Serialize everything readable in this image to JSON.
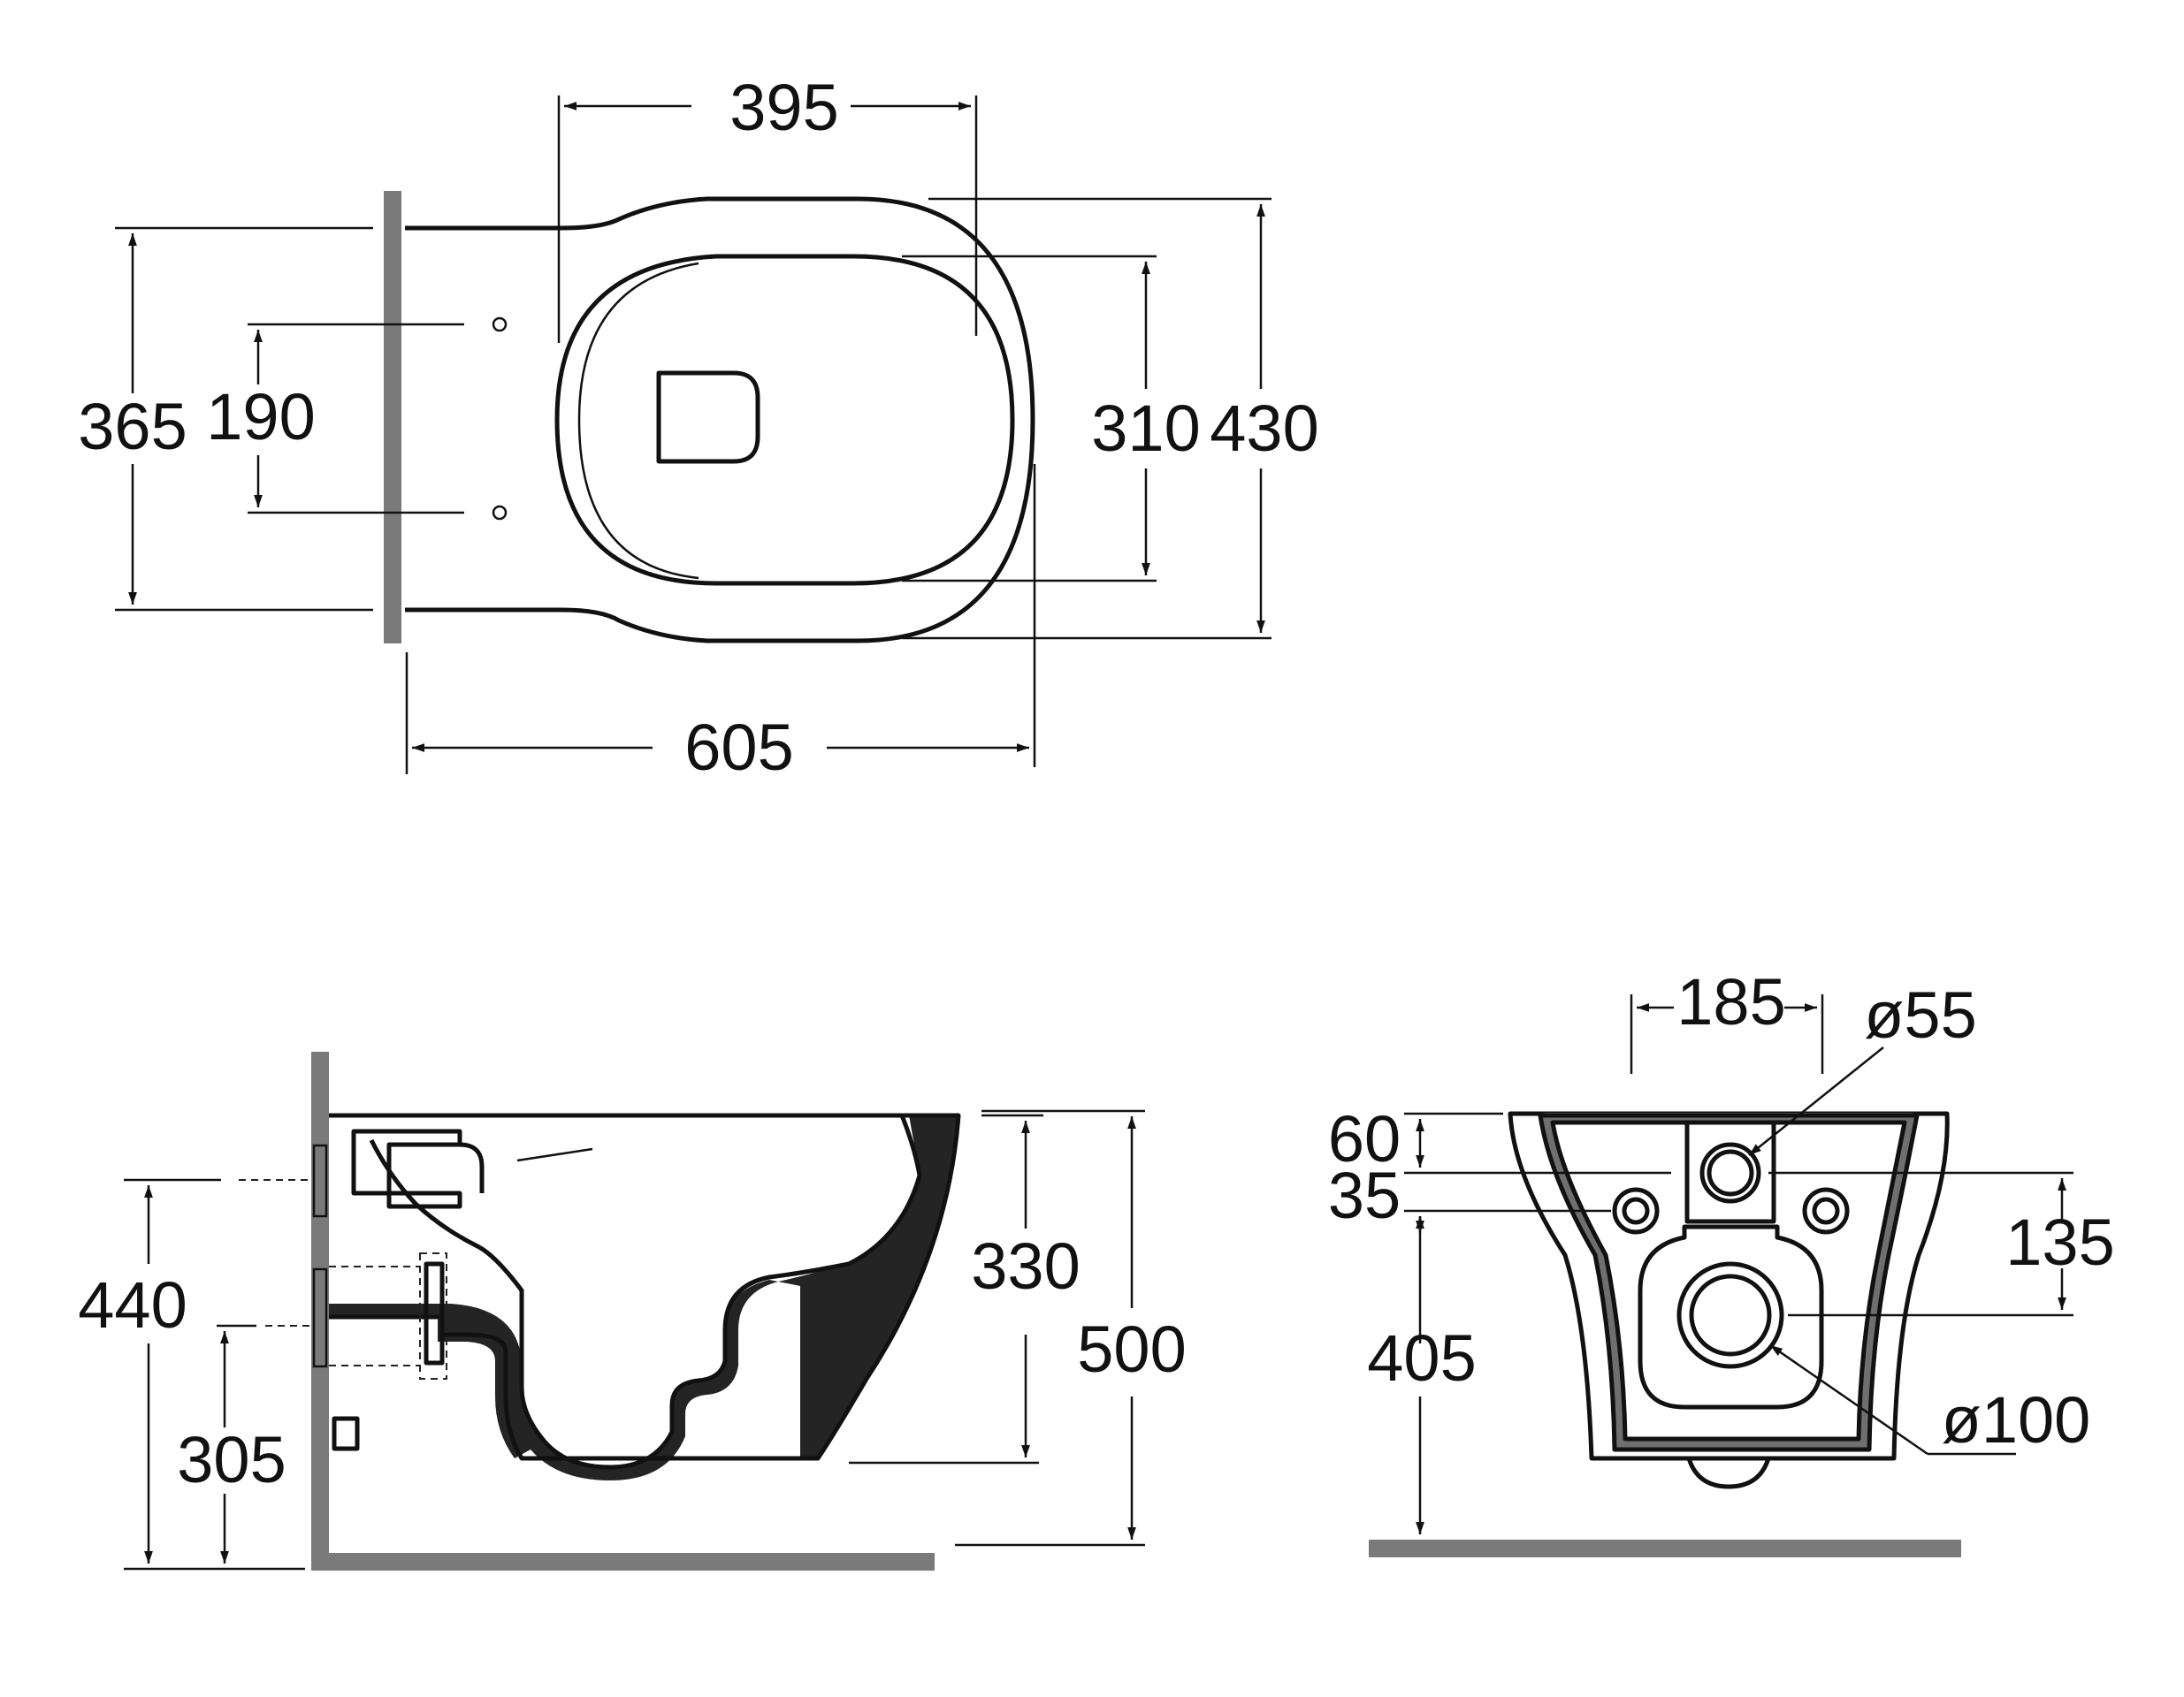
{
  "top_view": {
    "dims": {
      "width_395": "395",
      "height_365": "365",
      "holes_190": "190",
      "inner_310": "310",
      "outer_430": "430",
      "depth_605": "605"
    }
  },
  "side_view": {
    "dims": {
      "inlet_440": "440",
      "outlet_305": "305",
      "bowl_330": "330",
      "total_500": "500"
    }
  },
  "rear_view": {
    "dims": {
      "spacing_185": "185",
      "diam_55": "ø55",
      "top_60": "60",
      "offset_35": "35",
      "height_135": "135",
      "floor_405": "405",
      "diam_100": "ø100"
    }
  },
  "colors": {
    "line": "#111111",
    "wall": "#7a7a7a"
  }
}
